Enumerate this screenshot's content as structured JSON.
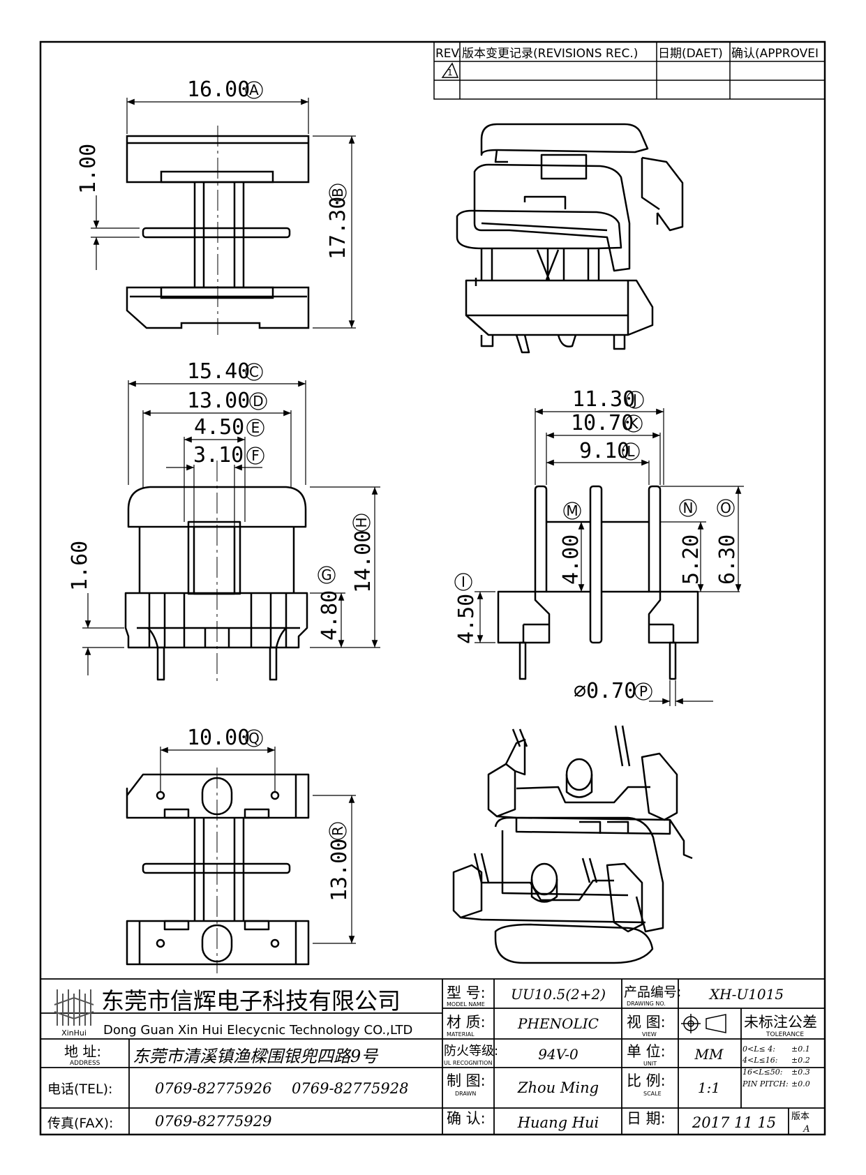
{
  "revision_table": {
    "headers": [
      "REV.",
      "版本变更记录(REVISIONS REC.)",
      "日期(DAET)",
      "确认(APPROVEI"
    ],
    "rev_symbol": "1"
  },
  "dimensions": {
    "A": {
      "value": "16.00",
      "letter": "A"
    },
    "B": {
      "value": "17.30",
      "letter": "B"
    },
    "t1": {
      "value": "1.00"
    },
    "C": {
      "value": "15.40",
      "letter": "C"
    },
    "D": {
      "value": "13.00",
      "letter": "D"
    },
    "E": {
      "value": "4.50",
      "letter": "E"
    },
    "F": {
      "value": "3.10",
      "letter": "F"
    },
    "G": {
      "value": "4.80",
      "letter": "G"
    },
    "H": {
      "value": "14.00",
      "letter": "H"
    },
    "t2": {
      "value": "1.60"
    },
    "I": {
      "value": "4.50",
      "letter": "I"
    },
    "J": {
      "value": "11.30",
      "letter": "J"
    },
    "K": {
      "value": "10.70",
      "letter": "K"
    },
    "L": {
      "value": "9.10",
      "letter": "L"
    },
    "M": {
      "value": "4.00",
      "letter": "M"
    },
    "N": {
      "value": "5.20",
      "letter": "N"
    },
    "O": {
      "value": "6.30",
      "letter": "O"
    },
    "P": {
      "value": "⌀0.70",
      "letter": "P"
    },
    "Q": {
      "value": "10.00",
      "letter": "Q"
    },
    "R": {
      "value": "13.00",
      "letter": "R"
    }
  },
  "title_block": {
    "company_cn": "东莞市信辉电子科技有限公司",
    "company_en": "Dong Guan Xin Hui Elecycnic Technology CO.,LTD",
    "logo_text": "XinHui",
    "address_label": "地  址:",
    "address_label_en": "ADDRESS",
    "address": "东莞市清溪镇渔樑围银兜四路9号",
    "tel_label": "电话(TEL):",
    "tel1": "0769-82775926",
    "tel2": "0769-82775928",
    "fax_label": "传真(FAX):",
    "fax": "0769-82775929",
    "model_label": "型  号:",
    "model_label_en": "MODEL NAME",
    "model": "UU10.5(2+2)",
    "material_label": "材  质:",
    "material_label_en": "MATERIAL",
    "material": "PHENOLIC",
    "fire_label": "防火等级:",
    "fire_label_en": "UL RECOGNITION",
    "fire": "94V-0",
    "drawn_label": "制  图:",
    "drawn_label_en": "DRAWN",
    "drawn": "Zhou Ming",
    "check_label": "确  认:",
    "check": "Huang Hui",
    "product_no_label": "产品编号:",
    "product_no_label_en": "DRAWING NO.",
    "product_no": "XH-U1015",
    "view_label": "视  图:",
    "view_label_en": "VIEW",
    "unit_label": "单  位:",
    "unit_label_en": "UNIT",
    "unit": "MM",
    "scale_label": "比  例:",
    "scale_label_en": "SCALE",
    "scale": "1:1",
    "date_label": "日  期:",
    "date": "2017 11 15",
    "tolerance_title": "未标注公差",
    "tolerance_en": "TOLERANCE",
    "tol1_range": "0<L≤ 4:",
    "tol1_val": "±0.1",
    "tol2_range": "4<L≤16:",
    "tol2_val": "±0.2",
    "tol3_range": "16<L≤50:",
    "tol3_val": "±0.3",
    "tol4_range": "PIN PITCH:",
    "tol4_val": "±0.0",
    "version_label": "版本",
    "version": "A"
  }
}
